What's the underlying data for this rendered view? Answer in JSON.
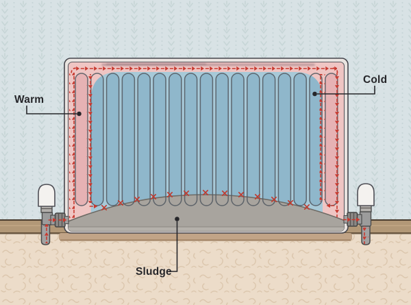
{
  "diagram": {
    "labels": {
      "warm": "Warm",
      "cold": "Cold",
      "sludge": "Sludge"
    }
  },
  "colors": {
    "wallpaper": "#d8e2e5",
    "wallpaper_pattern": "#c1d1d1",
    "skirting_board": "#b29877",
    "floor": "#ecdcc9",
    "floor_pattern": "#dcc7ae",
    "radiator_rim": "#eae4e0",
    "warm_fill": "#efc5c3",
    "warm_column_fill": "#e6b2b4",
    "cold_fill": "#a7c9d8",
    "cold_column_fill": "#8fb7cb",
    "column_outline": "#555c64",
    "sludge_fill": "#a8a49e",
    "flow_arrow_red": "#c8392f",
    "blockage_x_red": "#c03a2e",
    "valve_metal": "#9c9c9c",
    "trv_head_white": "#f4f2ef",
    "label_text": "#26262a"
  },
  "icons": {
    "flow_arrow": "dashed-red-arrow",
    "blockage": "red-x-mark",
    "label_dot": "filled-circle"
  }
}
